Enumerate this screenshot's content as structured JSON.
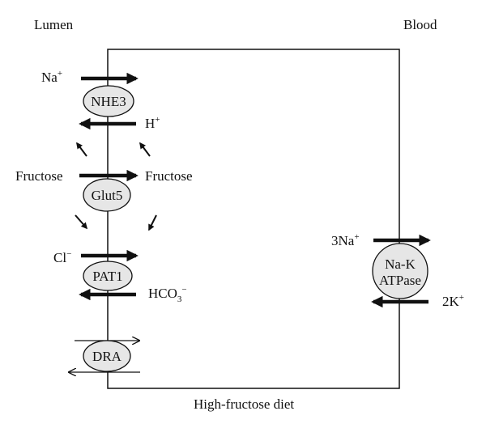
{
  "labels": {
    "lumen": "Lumen",
    "blood": "Blood",
    "caption": "High-fructose diet"
  },
  "nhe3": {
    "name": "NHE3",
    "in": "Na",
    "in_charge": "+",
    "out": "H",
    "out_charge": "+"
  },
  "glut5": {
    "name": "Glut5",
    "left": "Fructose",
    "right": "Fructose"
  },
  "pat1": {
    "name": "PAT1",
    "in": "Cl",
    "in_charge": "−",
    "out": "HCO",
    "out_sub": "3",
    "out_charge": "−"
  },
  "dra": {
    "name": "DRA"
  },
  "nak": {
    "name_line1": "Na-K",
    "name_line2": "ATPase",
    "in": "3Na",
    "in_charge": "+",
    "out": "2K",
    "out_charge": "+"
  },
  "colors": {
    "stroke": "#111111",
    "transporter_fill": "#e6e6e6",
    "background": "#ffffff"
  }
}
